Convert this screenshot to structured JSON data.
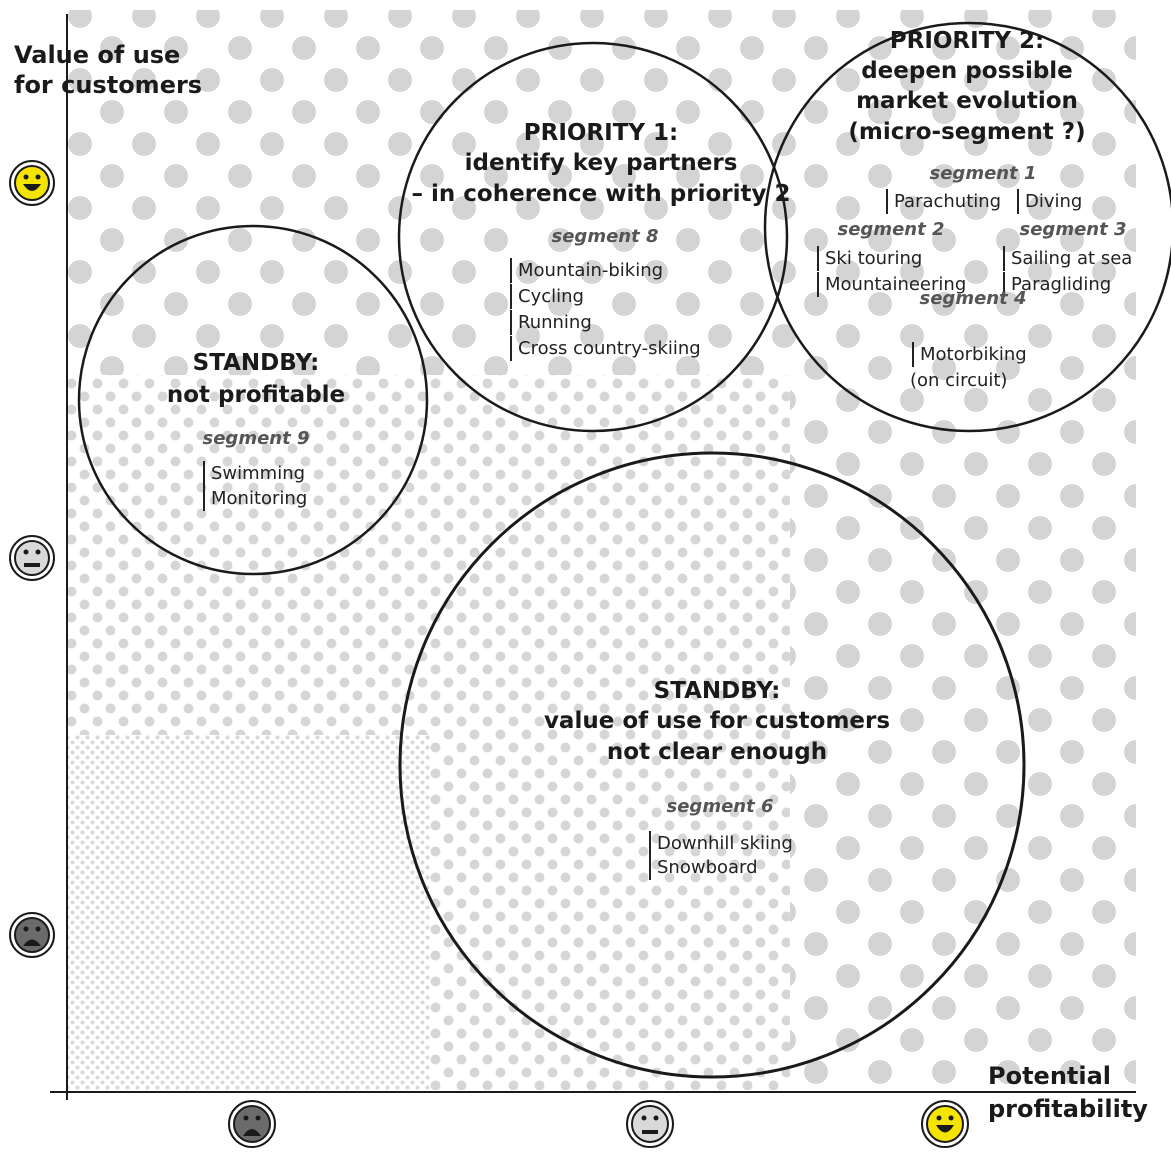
{
  "axes": {
    "y_title_line1": "Value of use",
    "y_title_line2": "for customers",
    "x_title_line1": "Potential",
    "x_title_line2": "profitability",
    "y_levels": [
      "happy-face-icon",
      "neutral-face-icon",
      "sad-face-icon"
    ],
    "x_levels": [
      "sad-face-icon",
      "neutral-face-icon",
      "happy-face-icon"
    ]
  },
  "colors": {
    "happy": "#f5e400",
    "neutral": "#d9d9d9",
    "sad": "#6b6b6b",
    "dots": "#d4d4d4",
    "line": "#1a1a1a"
  },
  "circles": {
    "standby_profit": {
      "title_line1": "STANDBY:",
      "title_line2": "not profitable",
      "segment": "segment 9",
      "items": [
        "Swimming",
        "Monitoring"
      ]
    },
    "priority1": {
      "title_line1": "PRIORITY 1:",
      "title_line2": "identify key partners",
      "title_line3": "– in coherence with priority 2",
      "segment": "segment 8",
      "items": [
        "Mountain-biking",
        "Cycling",
        "Running",
        "Cross country-skiing"
      ]
    },
    "priority2": {
      "title_line1": "PRIORITY 2:",
      "title_line2": "deepen possible",
      "title_line3": "market evolution",
      "title_line4": "(micro-segment ?)",
      "segments": [
        {
          "label": "segment 1",
          "items": [
            "Parachuting",
            "Diving"
          ]
        },
        {
          "label": "segment 2",
          "items": [
            "Ski touring",
            "Mountaineering"
          ]
        },
        {
          "label": "segment 3",
          "items": [
            "Sailing at sea",
            "Paragliding"
          ]
        },
        {
          "label": "segment 4",
          "items": [
            "Motorbiking",
            "(on circuit)"
          ]
        }
      ]
    },
    "standby_value": {
      "title_line1": "STANDBY:",
      "title_line2": "value of use for customers",
      "title_line3": "not clear enough",
      "segment": "segment 6",
      "items": [
        "Downhill skiing",
        "Snowboard"
      ]
    }
  }
}
